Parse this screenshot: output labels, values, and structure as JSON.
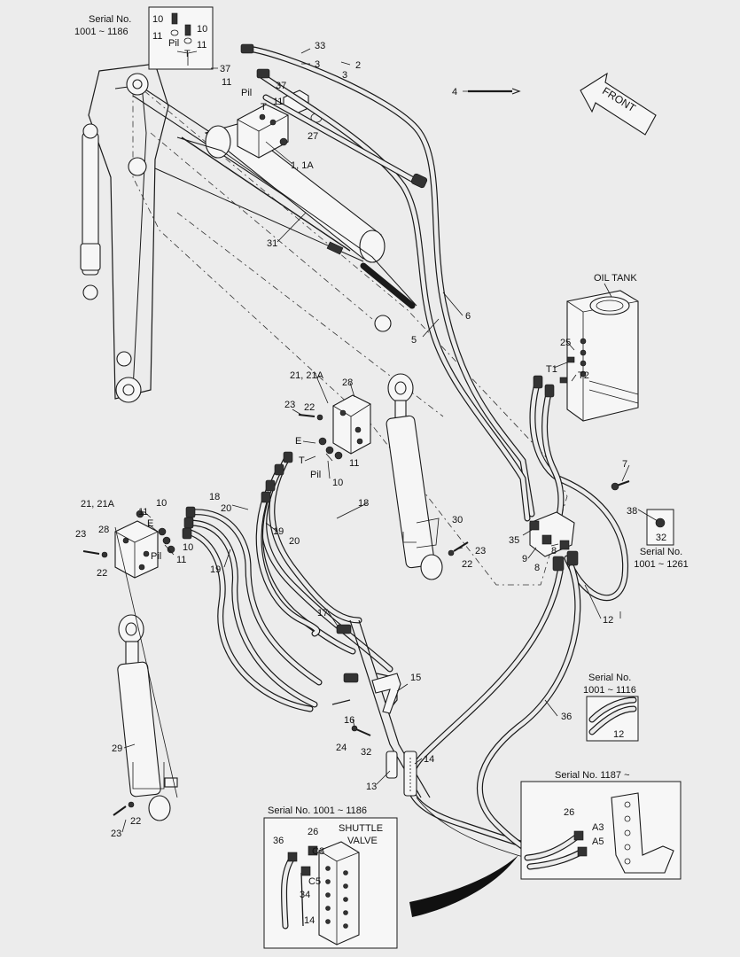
{
  "insets": {
    "top_left": {
      "title": "Serial No.\n1001 ~ 1186",
      "labels": [
        "10",
        "10",
        "11",
        "11",
        "Pil",
        "T"
      ]
    },
    "oil_tank": {
      "title": "OIL TANK",
      "labels": [
        "25",
        "T1",
        "T2"
      ]
    },
    "serial_1261": {
      "title": "Serial No.\n1001 ~ 1261",
      "part": "32"
    },
    "serial_1116": {
      "title": "Serial No.\n1001 ~ 1116",
      "part": "12"
    },
    "serial_1187": {
      "title": "Serial No. 1187 ~",
      "labels": [
        "26",
        "A3",
        "A5"
      ]
    },
    "shuttle": {
      "title": "Serial No. 1001 ~ 1186",
      "valve_label": "SHUTTLE\nVALVE",
      "labels": [
        "36",
        "26",
        "C3",
        "C5",
        "34",
        "14"
      ]
    }
  },
  "front_arrow": {
    "label": "FRONT"
  },
  "callouts": {
    "c33": "33",
    "c2": "2",
    "c3a": "3",
    "c3b": "3",
    "c37a": "37",
    "c11a": "11",
    "c37b": "37",
    "c11b": "11",
    "cPil": "Pil",
    "cT": "T",
    "c27": "27",
    "c1": "1, 1A",
    "c4": "4",
    "c31": "31",
    "c6": "6",
    "c5": "5",
    "c21a": "21, 21A",
    "c28a": "28",
    "c23a": "23",
    "c22a": "22",
    "cEa": "E",
    "cTa": "T",
    "c11c": "11",
    "cPila": "Pil",
    "c10a": "10",
    "c7": "7",
    "c38": "38",
    "c21b": "21, 21A",
    "c11d": "11",
    "c10b": "10",
    "c18a": "18",
    "c20a": "20",
    "c28b": "28",
    "cEb": "E",
    "c10c": "10",
    "cPilb": "Pil",
    "c11e": "11",
    "c23b": "23",
    "c22b": "22",
    "c19a": "19",
    "c18b": "18",
    "c19b": "19",
    "c20b": "20",
    "c30": "30",
    "c23c": "23",
    "c22c": "22",
    "c35": "35",
    "c9": "9",
    "c8a": "8",
    "c8b": "8",
    "c12": "12",
    "c17": "17",
    "c15": "15",
    "c16": "16",
    "c24": "24",
    "c32": "32",
    "c36": "36",
    "c14": "14",
    "c13": "13",
    "c29": "29",
    "c23d": "23",
    "c22d": "22"
  }
}
